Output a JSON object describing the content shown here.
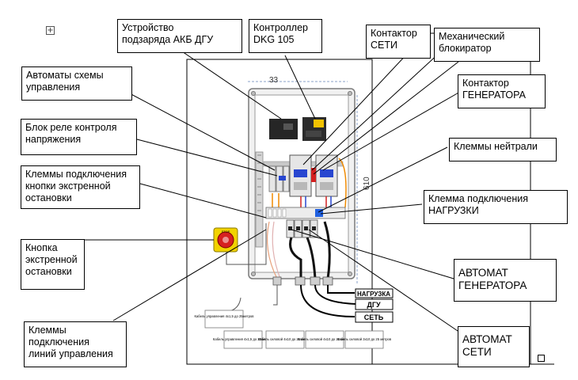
{
  "callouts": {
    "charger": "Устройство\nподзаряда АКБ ДГУ",
    "controller": "Контроллер\nDKG 105",
    "grid_contactor": "Контактор\nСЕТИ",
    "mech_interlock": "Механический\nблокиратор",
    "control_breakers": "Автоматы схемы\nуправления",
    "gen_contactor": "Контактор\nГЕНЕРАТОРА",
    "voltage_relay": "Блок реле контроля\nнапряжения",
    "neutral_terminals": "Клеммы нейтрали",
    "estop_terminals": "Клеммы подключения\nкнопки экстренной\nостановки",
    "load_terminal": "Клемма подключения\nНАГРУЗКИ",
    "estop_button": "Кнопка\nэкстренной\nостановки",
    "gen_breaker": "АВТОМАТ\nГЕНЕРАТОРА",
    "control_lines": "Клеммы\nподключения\nлиний управления",
    "grid_breaker": "АВТОМАТ\nСЕТИ"
  },
  "drawing": {
    "dim_width": "33",
    "dim_height": "610",
    "stop_label": "STOP",
    "out_load": "НАГРУЗКА",
    "out_dgu": "ДГУ",
    "out_grid": "СЕТЬ",
    "cables": [
      "Кабель управления 4х1,5 до 25метров",
      "Кабель управления 4х1,5 до 25 метров",
      "Кабель силовой 4х10 до 25 метров",
      "Кабель силовой 4х10 до 25 метров",
      "Кабель силовой 3х10 до 25 метров"
    ]
  },
  "icons": {
    "move_handle": "move-handle-icon",
    "resize_handle": "resize-handle-icon"
  },
  "colors": {
    "estop_red": "#d62020",
    "estop_yellow": "#f2d200",
    "relay_yellow": "#f2c200",
    "cable_orange": "#f08a00",
    "cable_red": "#d42020",
    "cable_blue": "#2846d0",
    "neutral_blue": "#2060e0"
  }
}
